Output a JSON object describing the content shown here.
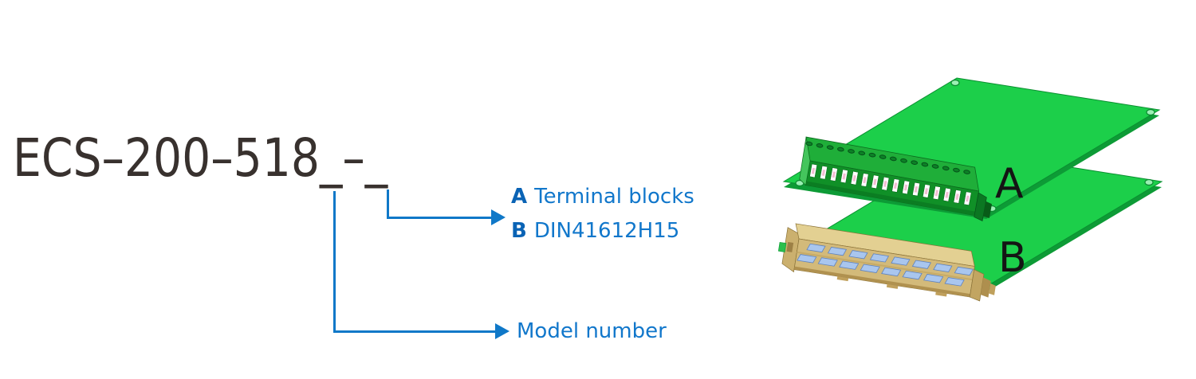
{
  "nomenclature": {
    "model_code": "ECS–200–518_–_",
    "option_callout": {
      "options": [
        {
          "key": "A",
          "label": "Terminal blocks"
        },
        {
          "key": "B",
          "label": "DIN41612H15"
        }
      ]
    },
    "model_callout": {
      "label": "Model number"
    }
  },
  "illustration": {
    "board_a_label": "A",
    "board_b_label": "B",
    "terminal_block_positions": 16,
    "terminal_screw_slots": 16,
    "din_top_row_slots": 8,
    "din_bottom_row_slots": 8
  },
  "colors": {
    "callout_blue": "#0f78c8",
    "option_key_blue": "#0a63b5",
    "label_blue": "#1177cb",
    "title_gray": "#38312e",
    "pcb_green": "#1ccf4a",
    "pcb_edge_green": "#0d9b36",
    "terminal_block_green": "#109027",
    "din_connector_tan": "#d3ba7a",
    "din_slot_blue": "#a9c6ee",
    "board_label_black": "#141414"
  }
}
